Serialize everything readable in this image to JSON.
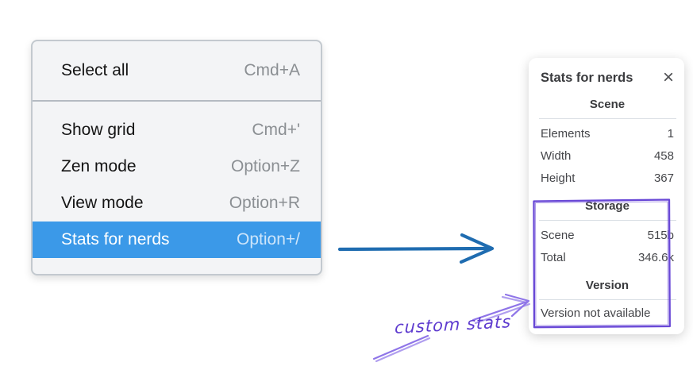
{
  "context_menu": {
    "items": [
      {
        "label": "Select all",
        "shortcut": "Cmd+A",
        "selected": false
      },
      {
        "label": "Show grid",
        "shortcut": "Cmd+'",
        "selected": false
      },
      {
        "label": "Zen mode",
        "shortcut": "Option+Z",
        "selected": false
      },
      {
        "label": "View mode",
        "shortcut": "Option+R",
        "selected": false
      },
      {
        "label": "Stats for nerds",
        "shortcut": "Option+/",
        "selected": true
      }
    ]
  },
  "stats_panel": {
    "title": "Stats for nerds",
    "close_icon": "×",
    "sections": [
      {
        "heading": "Scene",
        "rows": [
          {
            "label": "Elements",
            "value": "1"
          },
          {
            "label": "Width",
            "value": "458"
          },
          {
            "label": "Height",
            "value": "367"
          }
        ]
      },
      {
        "heading": "Storage",
        "rows": [
          {
            "label": "Scene",
            "value": "515b"
          },
          {
            "label": "Total",
            "value": "346.6k"
          }
        ]
      },
      {
        "heading": "Version",
        "note": "Version not available"
      }
    ]
  },
  "annotation": {
    "label": "custom stats"
  },
  "colors": {
    "menu_highlight": "#3b99e8",
    "menu_background": "#f3f4f6",
    "flow_arrow_blue": "#1f6cb0",
    "sketch_stroke_purple": "#8f75e8",
    "highlight_box_purple": "#6847d6",
    "annotation_text_purple": "#5e3bcf"
  }
}
